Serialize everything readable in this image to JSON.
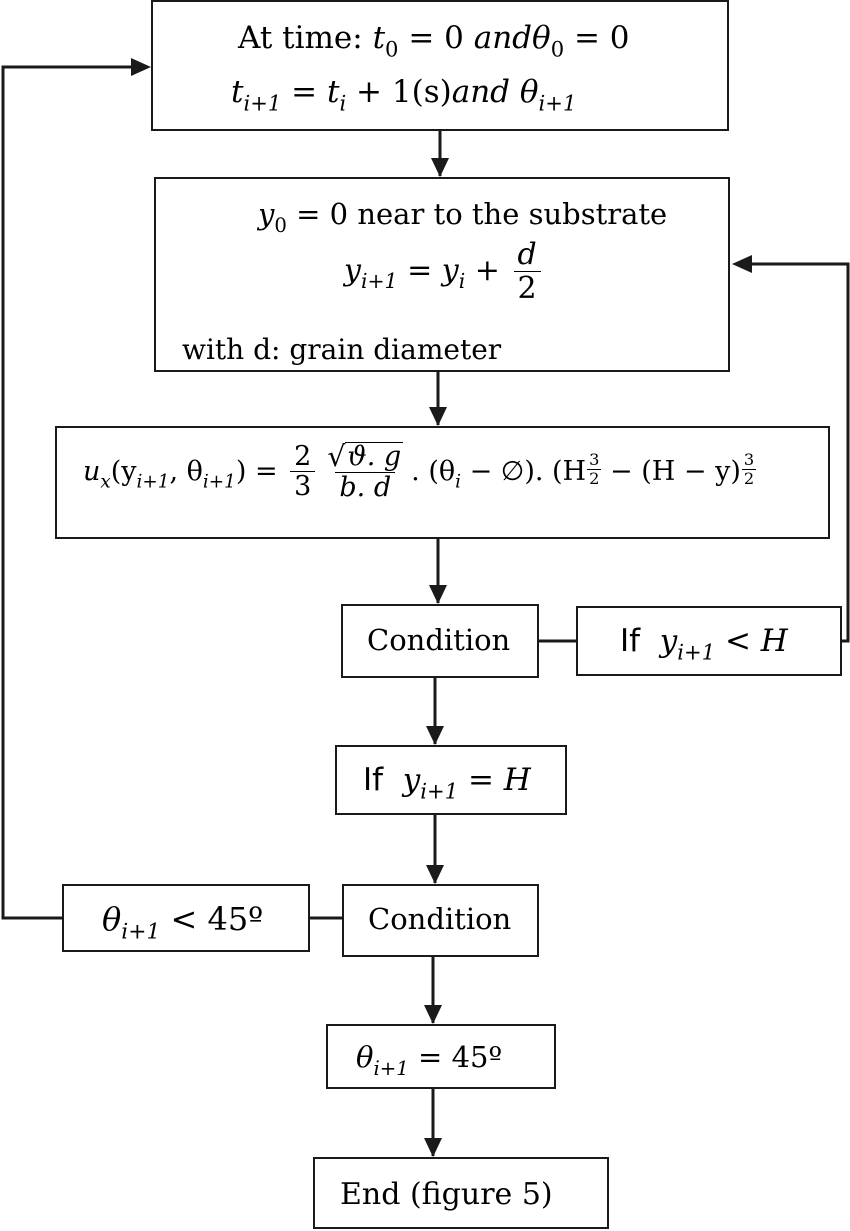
{
  "box_start": {
    "line1_prefix": "At time: ",
    "t": "t",
    "zero_sub": "0",
    "eq_zero": " = 0 ",
    "and": "and",
    "theta": "θ",
    "iplus1": "i+1",
    "i": "i",
    "plus_one_s": " + 1(s)",
    "and_spaced": "and ",
    "eq": " = "
  },
  "box_y": {
    "y": "y",
    "zero_sub": "0",
    "line1_tail": " = 0 near to the substrate",
    "iplus1": "i+1",
    "i": "i",
    "eq": " = ",
    "plus": " + ",
    "d": "d",
    "two": "2",
    "line3": "with d: grain diameter"
  },
  "box_formula": {
    "u": "u",
    "x_sub": "x",
    "open_args": "(y",
    "comma_theta": ", θ",
    "iplus1": "i+1",
    "close_eq": ") = ",
    "two": "2",
    "three": "3",
    "vartheta_g": "ϑ. g",
    "b_d": "b. d",
    "dot_open_theta": ". (θ",
    "i": "i",
    "minus_phi": " − ∅). (H",
    "minus_open_h": " − (H − y)",
    "close_paren": ")",
    "frac_num": "3",
    "frac_den": "2"
  },
  "condition1": {
    "label": "Condition"
  },
  "if_less": {
    "if": "If",
    "y": "y",
    "iplus1": "i+1",
    "rel": " < H"
  },
  "if_equal": {
    "if": "If",
    "y": "y",
    "iplus1": "i+1",
    "rel": " = H"
  },
  "condition2": {
    "label": "Condition"
  },
  "theta_less": {
    "theta": "θ",
    "iplus1": "i+1",
    "rel": " < 45º"
  },
  "theta_equal": {
    "theta": "θ",
    "iplus1": "i+1",
    "rel": " = 45º"
  },
  "end": {
    "label": "End (figure 5)"
  },
  "colors": {
    "stroke": "#1a1a1a",
    "background": "#ffffff"
  }
}
